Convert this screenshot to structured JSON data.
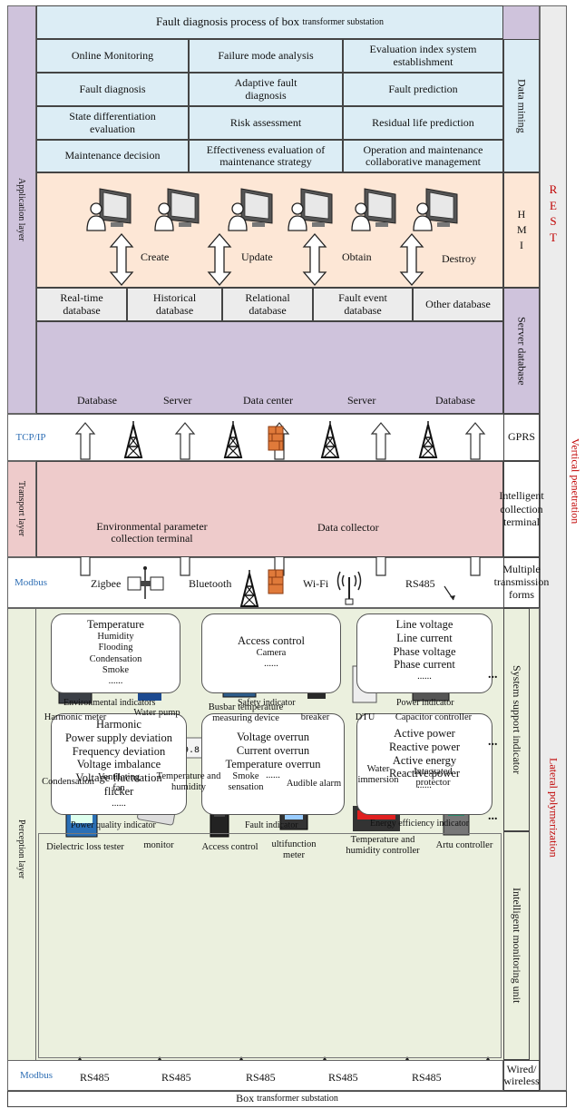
{
  "title": "Fault diagnosis process of box transformer substation",
  "title_main": "Fault diagnosis process of box",
  "title_small": "transformer substation",
  "layers": {
    "application": "Application layer",
    "transport": "Transport layer",
    "perception": "Perception layer"
  },
  "right_labels": {
    "data_mining": "Data mining",
    "hmi": "H M I",
    "server_database": "Server database",
    "gprs": "GPRS",
    "intelligent_terminal": "Intelligent collection terminal",
    "multiple_forms": "Multiple transmission forms",
    "system_support": "System support indicator",
    "monitoring_unit": "Intelligent monitoring unit",
    "wired_wireless": "Wired/ wireless"
  },
  "side_labels": {
    "rest": "R E S T",
    "vertical": "Vertical penetration",
    "lateral": "Lateral polymerization"
  },
  "data_mining_cells": [
    [
      "Online Monitoring",
      "Failure mode analysis",
      "Evaluation index system establishment"
    ],
    [
      "Fault diagnosis",
      "Adaptive fault diagnosis",
      "Fault prediction"
    ],
    [
      "State differentiation evaluation",
      "Risk assessment",
      "Residual life prediction"
    ],
    [
      "Maintenance decision",
      "Effectiveness evaluation of maintenance strategy",
      "Operation and maintenance collaborative management"
    ]
  ],
  "hmi_ops": [
    "Create",
    "Update",
    "Obtain",
    "Destroy"
  ],
  "databases": [
    "Real-time database",
    "Historical database",
    "Relational database",
    "Fault event database",
    "Other database"
  ],
  "server_items": [
    "Database",
    "Server",
    "Data center",
    "Server",
    "Database"
  ],
  "tcpip": "TCP/IP",
  "modbus": "Modbus",
  "terminals": {
    "env": "Environmental parameter collection terminal",
    "collector": "Data collector"
  },
  "transmission": [
    "Zigbee",
    "Bluetooth",
    "Wi-Fi",
    "RS485"
  ],
  "indicators": {
    "environmental": {
      "caption": "Environmental indicators",
      "lines": [
        "Temperature",
        "Humidity",
        "Flooding",
        "Condensation",
        "Smoke",
        "......"
      ]
    },
    "safety": {
      "caption": "Safety indicator",
      "lines": [
        "Access control",
        "Camera",
        "......"
      ]
    },
    "power": {
      "caption": "Power indicator",
      "lines": [
        "Line voltage",
        "Line current",
        "Phase voltage",
        "Phase current",
        "......"
      ]
    },
    "power_quality": {
      "caption": "Power quality indicator",
      "lines": [
        "Harmonic",
        "Power supply deviation",
        "Frequency deviation",
        "Voltage imbalance",
        "Voltage fluctuation",
        "flicker",
        "......"
      ]
    },
    "fault": {
      "caption": "Fault indicator",
      "lines": [
        "Voltage overrun",
        "Current overrun",
        "Temperature overrun",
        "......"
      ]
    },
    "energy": {
      "caption": "Energy efficiency indicator",
      "lines": [
        "Active power",
        "Reactive power",
        "Active energy",
        "Reactive power",
        "......"
      ]
    }
  },
  "devices": [
    "Harmonic meter",
    "Water pump",
    "Busbar temperature measuring device",
    "breaker",
    "DTU",
    "Capacitor controller",
    "Condensation",
    "Ventilating fan",
    "Temperature and humidity",
    "Smoke sensation",
    "Audible alarm",
    "Water immersion",
    "Integrated protector",
    "Dielectric loss tester",
    "monitor",
    "Access control",
    "ultifunction meter",
    "Temperature and humidity controller",
    "Artu controller"
  ],
  "ellipsis": "...",
  "rs485": "RS485",
  "bottom_main": "Box",
  "bottom_small": "transformer substation",
  "colors": {
    "purple": "#cfc3dc",
    "peach": "#fde7d6",
    "lightblue": "#dcedf5",
    "pink": "#eecbcb",
    "green": "#ebf0de",
    "grey": "#ececec",
    "gray_col": "#ececec",
    "red_text": "#c00000",
    "blue_text": "#2f6fb5"
  }
}
